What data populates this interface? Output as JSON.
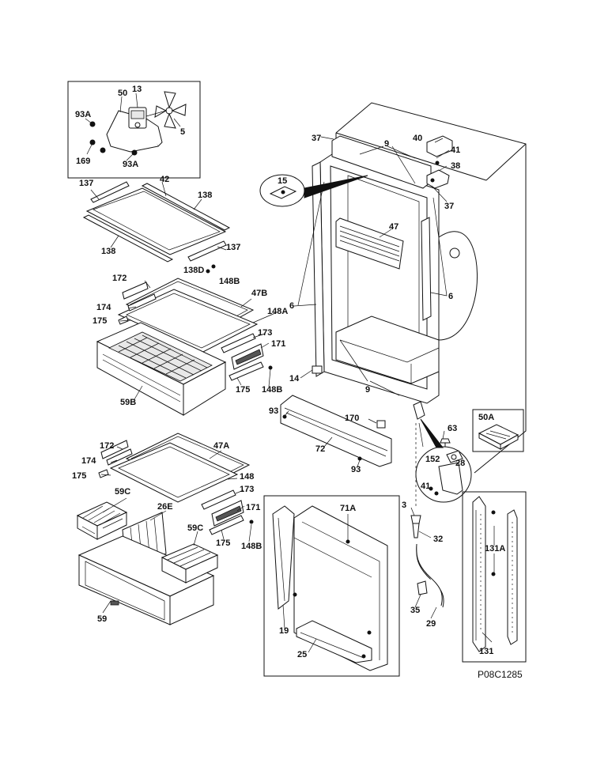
{
  "diagram_code": "P08C1285",
  "labels": {
    "p13": "13",
    "p50": "50",
    "p93a_1": "93A",
    "p5": "5",
    "p169": "169",
    "p93a_2": "93A",
    "p137_a": "137",
    "p42": "42",
    "p138_a": "138",
    "p138_b": "138",
    "p137_b": "137",
    "p138d": "138D",
    "p148b_a": "148B",
    "p172_a": "172",
    "p47b": "47B",
    "p174_a": "174",
    "p148a": "148A",
    "p175_a": "175",
    "p173_a": "173",
    "p171_a": "171",
    "p175_b": "175",
    "p148b_b": "148B",
    "p59b": "59B",
    "p172_b": "172",
    "p47a": "47A",
    "p174_b": "174",
    "p175_c": "175",
    "p148": "148",
    "p59c_a": "59C",
    "p26e": "26E",
    "p173_b": "173",
    "p171_b": "171",
    "p59c_b": "59C",
    "p175_d": "175",
    "p148b_c": "148B",
    "p59": "59",
    "p37_a": "37",
    "p9_a": "9",
    "p40": "40",
    "p41_a": "41",
    "p38": "38",
    "p15": "15",
    "p37_b": "37",
    "p47": "47",
    "p6_a": "6",
    "p6_b": "6",
    "p14": "14",
    "p9_b": "9",
    "p93_a": "93",
    "p170": "170",
    "p72": "72",
    "p93_b": "93",
    "p50a": "50A",
    "p63": "63",
    "p152": "152",
    "p28": "28",
    "p41_b": "41",
    "p3": "3",
    "p32": "32",
    "p71a": "71A",
    "p19": "19",
    "p25": "25",
    "p35": "35",
    "p29": "29",
    "p131a": "131A",
    "p131": "131"
  }
}
